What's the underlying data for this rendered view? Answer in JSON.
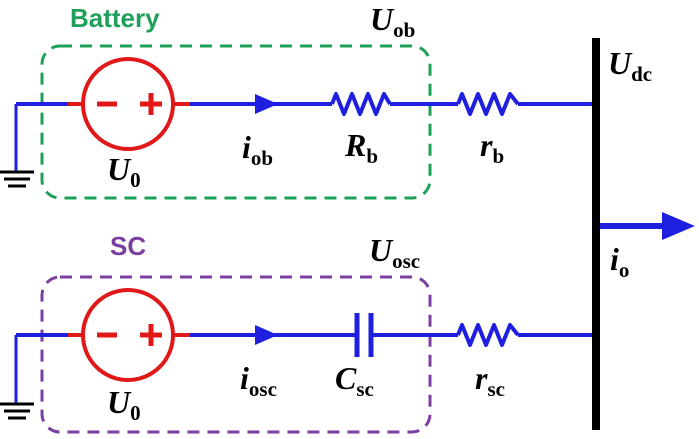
{
  "colors": {
    "wire": "#1f1fe0",
    "source": "#e01818",
    "battery_box": "#1fa05a",
    "sc_box": "#7a3fa0",
    "bus": "#000000"
  },
  "battery": {
    "title": "Battery",
    "source_main": "U",
    "source_sub": "0",
    "current_main": "i",
    "current_sub": "ob",
    "resistor_main": "R",
    "resistor_sub": "b",
    "line_resistor_main": "r",
    "line_resistor_sub": "b",
    "voltage_main": "U",
    "voltage_sub": "ob"
  },
  "sc": {
    "title": "SC",
    "source_main": "U",
    "source_sub": "0",
    "current_main": "i",
    "current_sub": "osc",
    "capacitor_main": "C",
    "capacitor_sub": "sc",
    "line_resistor_main": "r",
    "line_resistor_sub": "sc",
    "voltage_main": "U",
    "voltage_sub": "osc"
  },
  "bus": {
    "voltage_main": "U",
    "voltage_sub": "dc",
    "output_current_main": "i",
    "output_current_sub": "o"
  },
  "source_symbols": {
    "minus": "−",
    "plus": "+"
  }
}
